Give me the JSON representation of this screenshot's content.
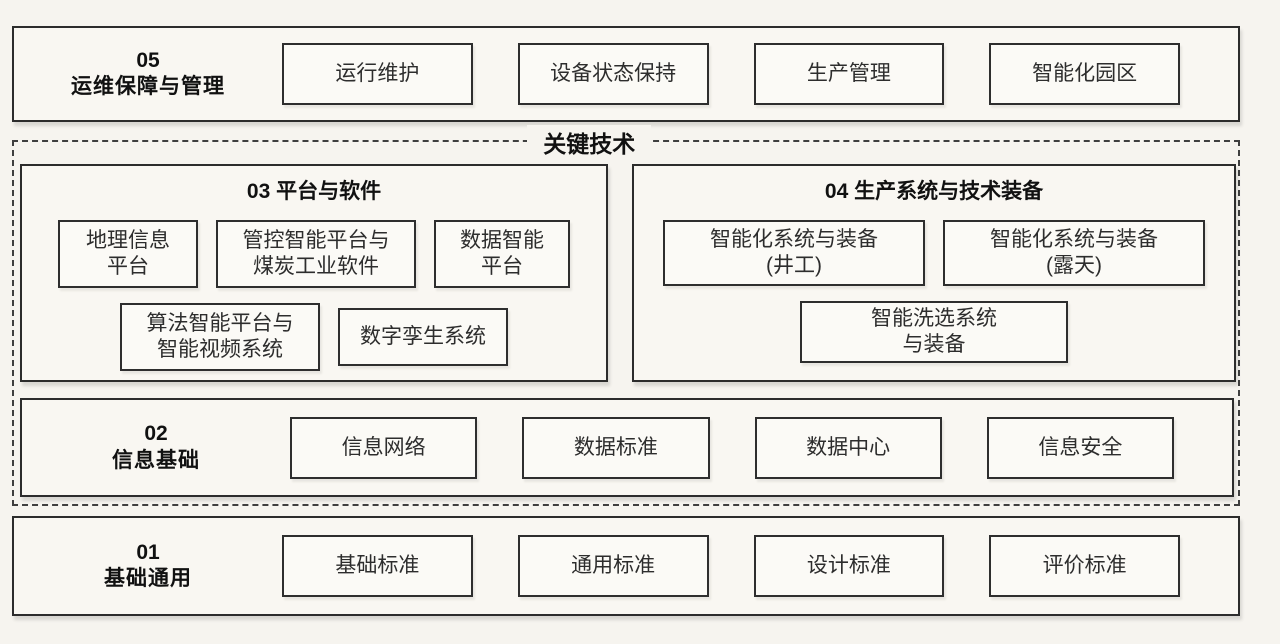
{
  "diagram": {
    "key_tech_label": "关键技术",
    "layers": {
      "ops": {
        "code": "05",
        "name": "运维保障与管理",
        "items": [
          "运行维护",
          "设备状态保持",
          "生产管理",
          "智能化园区"
        ]
      },
      "platform_software": {
        "title": "03 平台与软件",
        "row1": [
          [
            "地理信息",
            "平台"
          ],
          [
            "管控智能平台与",
            "煤炭工业软件"
          ],
          [
            "数据智能",
            "平台"
          ]
        ],
        "row2": [
          [
            "算法智能平台与",
            "智能视频系统"
          ],
          "数字孪生系统"
        ]
      },
      "production_systems": {
        "title": "04 生产系统与技术装备",
        "row1": [
          [
            "智能化系统与装备",
            "(井工)"
          ],
          [
            "智能化系统与装备",
            "(露天)"
          ]
        ],
        "row2": [
          [
            "智能洗选系统",
            "与装备"
          ]
        ]
      },
      "info_base": {
        "code": "02",
        "name": "信息基础",
        "items": [
          "信息网络",
          "数据标准",
          "数据中心",
          "信息安全"
        ]
      },
      "general_base": {
        "code": "01",
        "name": "基础通用",
        "items": [
          "基础标准",
          "通用标准",
          "设计标准",
          "评价标准"
        ]
      }
    }
  }
}
